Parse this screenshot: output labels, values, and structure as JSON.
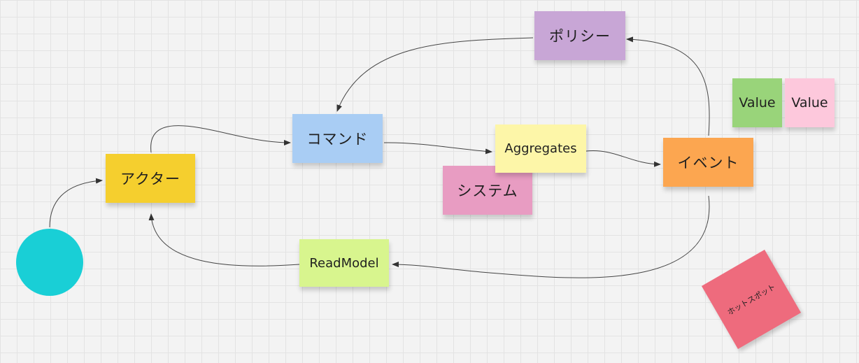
{
  "board": {
    "background": "#f3f3f3",
    "grid_color": "#e3e3e3"
  },
  "stickies": {
    "policy": {
      "label": "ポリシー",
      "color": "#c8a6d6"
    },
    "command": {
      "label": "コマンド",
      "color": "#a9cdf4"
    },
    "actor": {
      "label": "アクター",
      "color": "#f5cf2e"
    },
    "aggregates": {
      "label": "Aggregates",
      "color": "#fdf6a8"
    },
    "system": {
      "label": "システム",
      "color": "#e89cc2"
    },
    "event": {
      "label": "イベント",
      "color": "#fca650"
    },
    "value_green": {
      "label": "Value",
      "color": "#99d47a"
    },
    "value_pink": {
      "label": "Value",
      "color": "#fdc8dc"
    },
    "readmodel": {
      "label": "ReadModel",
      "color": "#d8f58e"
    },
    "hotspot": {
      "label": "ホットスポット",
      "color": "#ee6b7d"
    }
  },
  "actor_circle": {
    "color": "#19cfd6"
  }
}
